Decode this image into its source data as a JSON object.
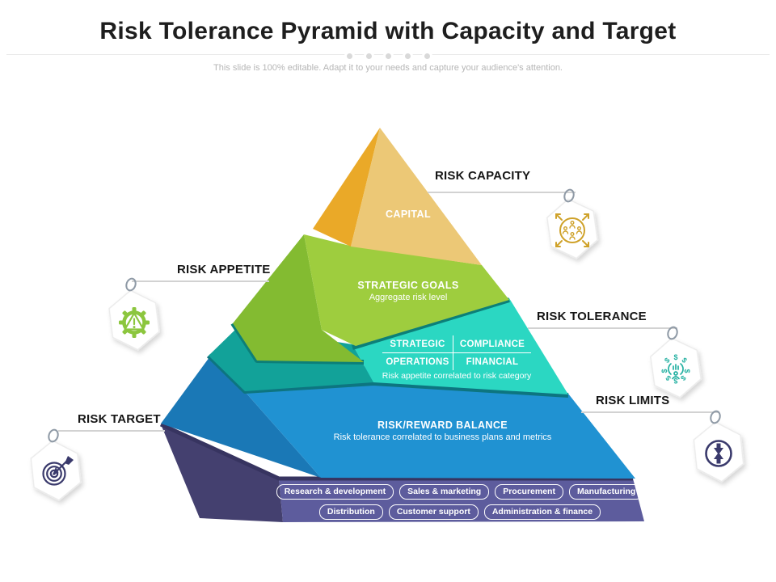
{
  "slide": {
    "title": "Risk Tolerance Pyramid with Capacity and Target",
    "subtitle": "This slide is 100% editable. Adapt it to your needs and capture your audience's attention.",
    "divider_dots": 5
  },
  "pyramid": {
    "capital": {
      "heading": "CAPITAL"
    },
    "strategic_goals": {
      "heading": "STRATEGIC GOALS",
      "sub": "Aggregate risk level"
    },
    "categories": {
      "cells": [
        "STRATEGIC",
        "COMPLIANCE",
        "OPERATIONS",
        "FINANCIAL"
      ],
      "sub": "Risk appetite correlated to risk category"
    },
    "risk_reward": {
      "heading": "RISK/REWARD BALANCE",
      "sub": "Risk tolerance correlated to business plans and metrics"
    }
  },
  "base": {
    "badges_row1": [
      "Research & development",
      "Sales & marketing",
      "Procurement",
      "Manufacturing"
    ],
    "badges_row2": [
      "Distribution",
      "Customer support",
      "Administration & finance"
    ]
  },
  "callouts": {
    "capacity": {
      "label": "RISK CAPACITY",
      "icon": "people-expand-icon",
      "color": "#cfa22a"
    },
    "appetite": {
      "label": "RISK APPETITE",
      "icon": "gear-warning-icon",
      "color": "#8cc63e"
    },
    "tolerance": {
      "label": "RISK TOLERANCE",
      "icon": "person-dollars-icon",
      "color": "#23b0a1",
      "dollar_glyph": "$"
    },
    "limits": {
      "label": "RISK LIMITS",
      "icon": "converging-arrows-icon",
      "color": "#3a3a6c"
    },
    "target": {
      "label": "RISK TARGET",
      "icon": "target-dart-icon",
      "color": "#3a3a6c"
    }
  },
  "colors": {
    "gold_front": "#ecc876",
    "gold_left": "#eaa928",
    "green_front": "#9ecd3e",
    "green_left": "#83bb31",
    "teal_front": "#2bd7c2",
    "teal_left": "#12a299",
    "teal_edge": "#0c7f78",
    "blue_front": "#2092d2",
    "blue_left": "#1a78b6",
    "blue_edge": "#0d7580",
    "base_front": "#5d5c9d",
    "base_left": "#44406f",
    "base_edge": "#373460",
    "connector_line": "#d2d2d2"
  }
}
